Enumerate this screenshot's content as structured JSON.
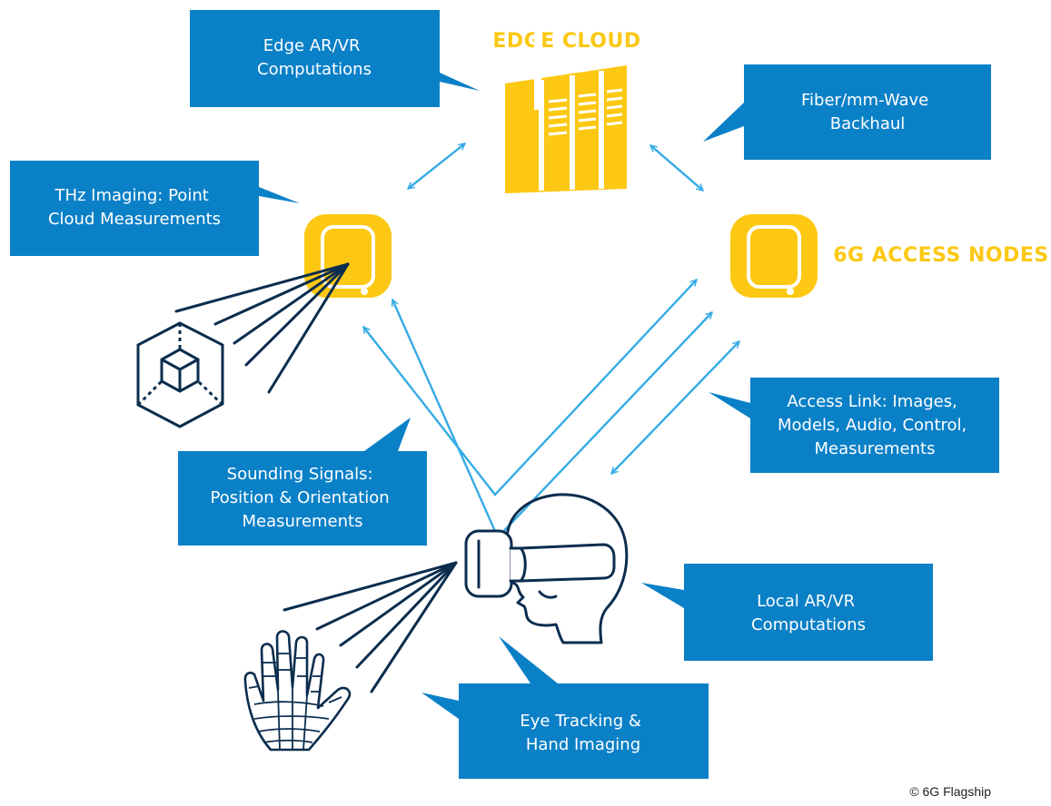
{
  "colors": {
    "callout": "#0a80c7",
    "accent_yellow": "#fcc813",
    "link_light_blue": "#35abe5",
    "line_navy": "#0b2d4e",
    "text_white": "#ffffff"
  },
  "headings": {
    "edge_cloud": "EDGE CLOUD",
    "access_nodes": "6G ACCESS NODES"
  },
  "callouts": {
    "edge_compute": [
      "Edge AR/VR",
      "Computations"
    ],
    "backhaul": [
      "Fiber/mm-Wave",
      "Backhaul"
    ],
    "thz_imaging": [
      "THz Imaging: Point",
      "Cloud Measurements"
    ],
    "access_link": [
      "Access Link: Images,",
      "Models, Audio, Control,",
      "Measurements"
    ],
    "sounding": [
      "Sounding Signals:",
      "Position & Orientation",
      "Measurements"
    ],
    "local_compute": [
      "Local AR/VR",
      "Computations"
    ],
    "eye_tracking": [
      "Eye Tracking &",
      "Hand Imaging"
    ]
  },
  "icons": {
    "server": "server-rack-icon",
    "access_node": "access-node-icon",
    "cube": "3d-cube-icon",
    "headset": "vr-headset-head-icon",
    "hand": "wireframe-hand-icon"
  },
  "copyright": "© 6G Flagship"
}
